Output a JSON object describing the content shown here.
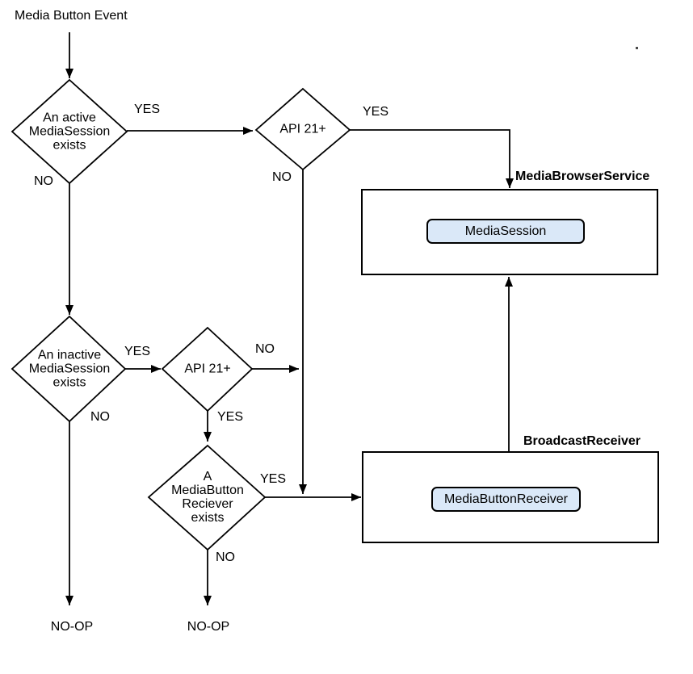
{
  "title": "Media Button Event",
  "flowchart": {
    "decisions": {
      "active_session": {
        "label": "An active\nMediaSession\nexists",
        "yes_label": "YES",
        "no_label": "NO"
      },
      "api21_top": {
        "label": "API 21+",
        "yes_label": "YES",
        "no_label": "NO"
      },
      "inactive_session": {
        "label": "An inactive\nMediaSession\nexists",
        "yes_label": "YES",
        "no_label": "NO"
      },
      "api21_mid": {
        "label": "API 21+",
        "yes_label": "YES",
        "no_label": "NO"
      },
      "receiver_exists": {
        "label": "A\nMediaButton\nReciever\nexists",
        "yes_label": "YES",
        "no_label": "NO"
      }
    },
    "containers": {
      "media_browser_service": {
        "title": "MediaBrowserService",
        "node": "MediaSession"
      },
      "broadcast_receiver": {
        "title": "BroadcastReceiver",
        "node": "MediaButtonReceiver"
      }
    },
    "terminals": {
      "noop_left": "NO-OP",
      "noop_mid": "NO-OP"
    }
  },
  "colors": {
    "node_fill": "#dae8f8",
    "line": "#000000",
    "background": "#ffffff"
  }
}
